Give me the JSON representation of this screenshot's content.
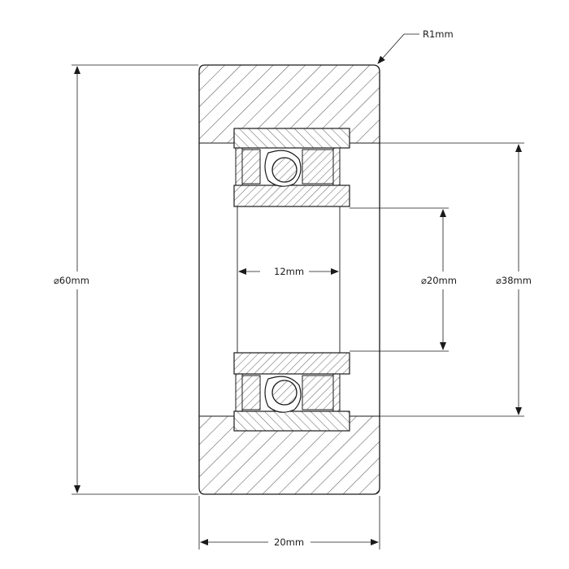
{
  "drawing": {
    "title": "",
    "dimensions": {
      "corner_radius": "R1mm",
      "outer_diameter": "⌀60mm",
      "shaft_diameter": "⌀38mm",
      "bore_diameter": "⌀20mm",
      "bearing_width": "12mm",
      "roller_width": "20mm"
    }
  },
  "colors": {
    "line": "#1a1a1a",
    "background": "#ffffff"
  }
}
